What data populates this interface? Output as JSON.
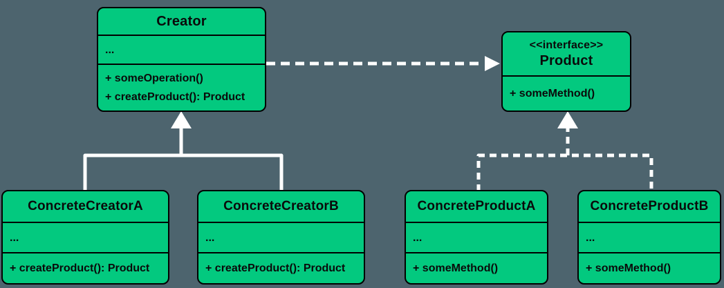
{
  "diagram": {
    "kind": "uml-class-diagram",
    "pattern": "Factory Method"
  },
  "colors": {
    "background": "#4d646e",
    "box_fill": "#03c97f",
    "box_border": "#000000",
    "text": "#0a0a0a",
    "connector": "#ffffff"
  },
  "classes": {
    "creator": {
      "name": "Creator",
      "attributes": "...",
      "methods": [
        "+ someOperation()",
        "+ createProduct(): Product"
      ]
    },
    "product": {
      "stereotype": "<<interface>>",
      "name": "Product",
      "methods": [
        "+ someMethod()"
      ]
    },
    "concrete_creator_a": {
      "name": "ConcreteCreatorA",
      "attributes": "...",
      "methods": [
        "+ createProduct(): Product"
      ]
    },
    "concrete_creator_b": {
      "name": "ConcreteCreatorB",
      "attributes": "...",
      "methods": [
        "+ createProduct(): Product"
      ]
    },
    "concrete_product_a": {
      "name": "ConcreteProductA",
      "attributes": "...",
      "methods": [
        "+ someMethod()"
      ]
    },
    "concrete_product_b": {
      "name": "ConcreteProductB",
      "attributes": "...",
      "methods": [
        "+ someMethod()"
      ]
    }
  },
  "relationships": [
    {
      "type": "dependency",
      "from": "Creator",
      "to": "Product",
      "style": "dashed-line-filled-arrow"
    },
    {
      "type": "generalization",
      "from": [
        "ConcreteCreatorA",
        "ConcreteCreatorB"
      ],
      "to": "Creator",
      "style": "solid-line-triangle"
    },
    {
      "type": "realization",
      "from": [
        "ConcreteProductA",
        "ConcreteProductB"
      ],
      "to": "Product",
      "style": "dashed-line-triangle"
    }
  ]
}
